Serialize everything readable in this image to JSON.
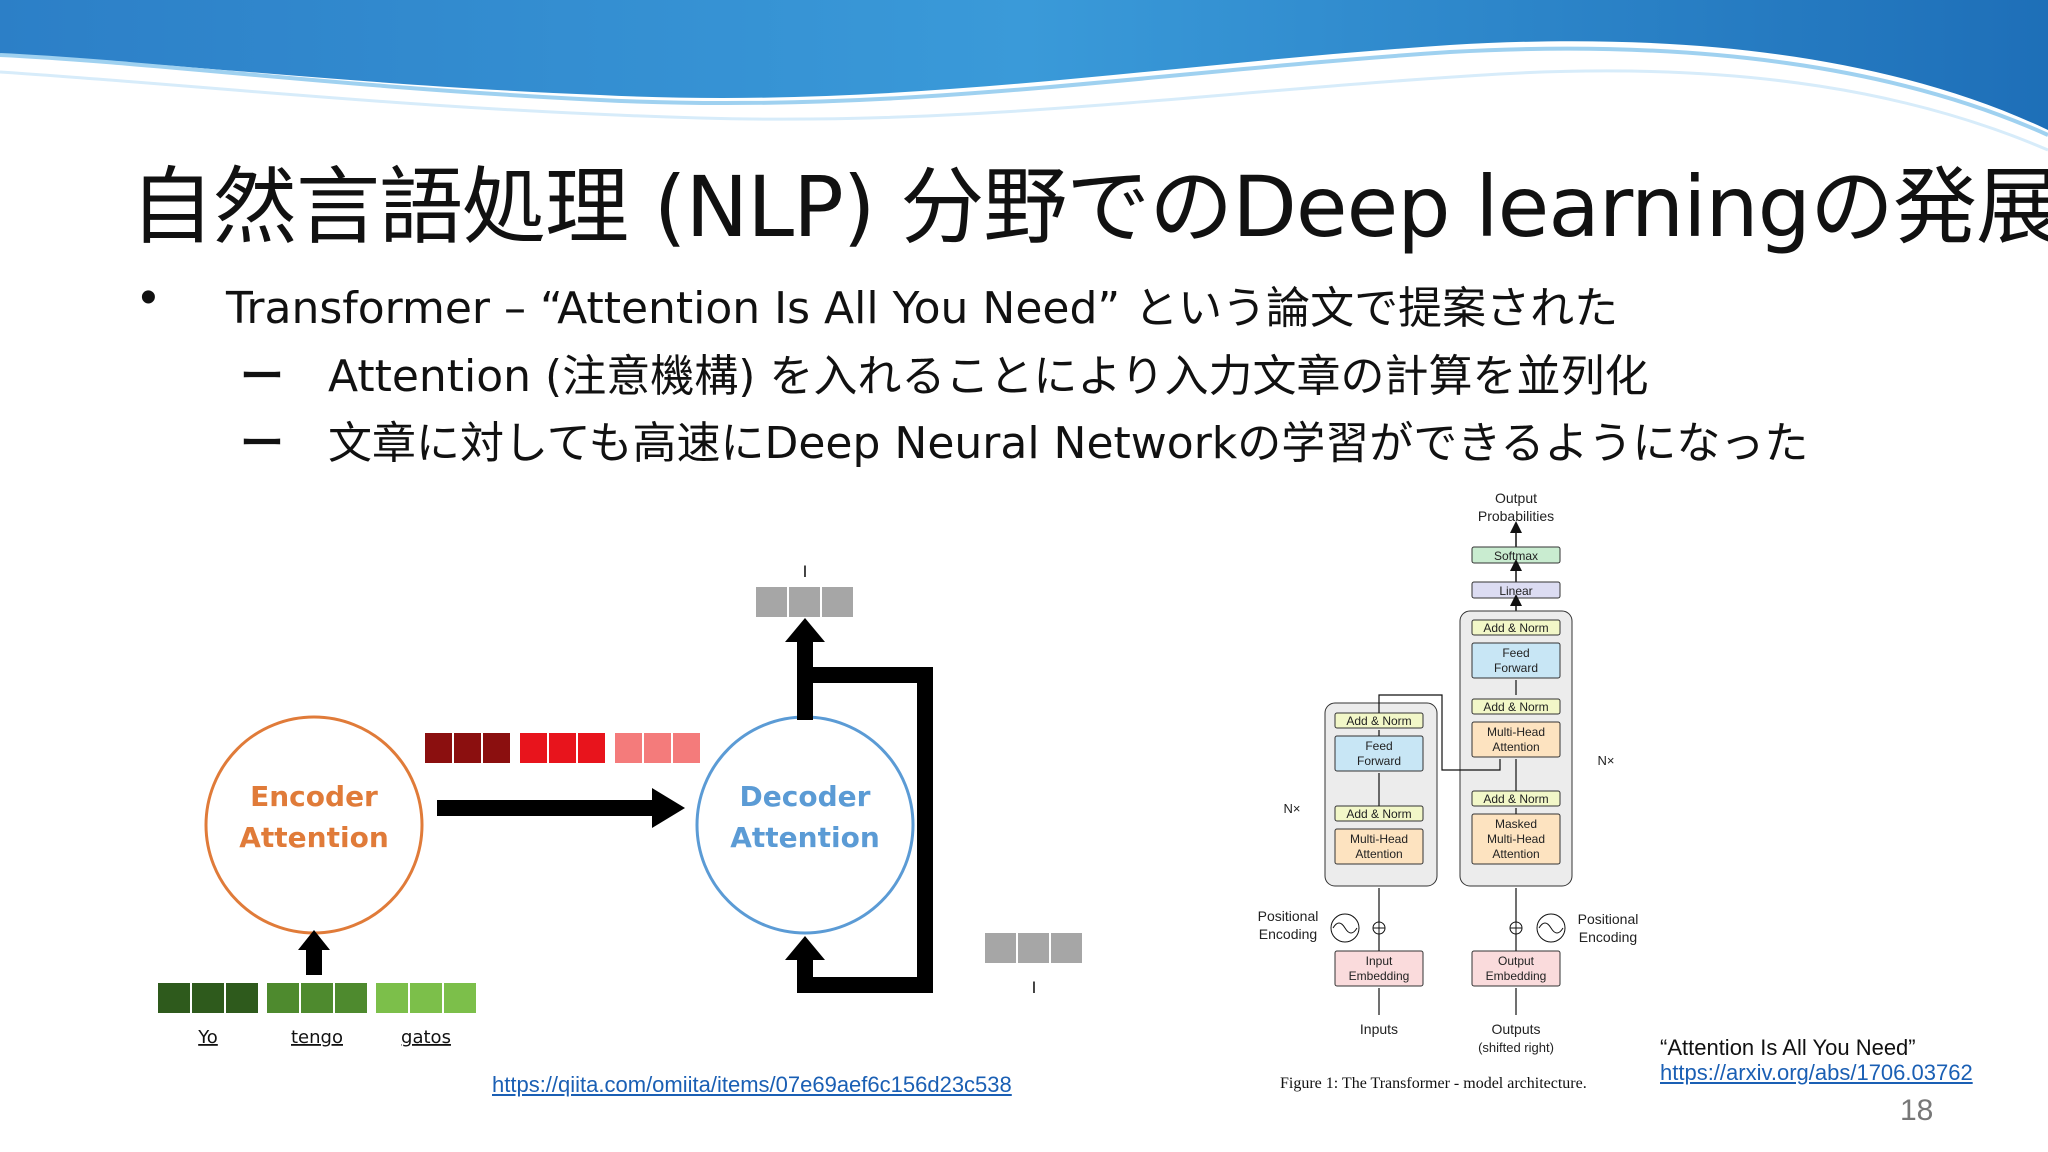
{
  "slide": {
    "title": "自然言語処理 (NLP) 分野でのDeep learningの発展",
    "bullet_main": "Transformer – “Attention Is All You Need” という論文で提案された",
    "sub_bullets": [
      "Attention (注意機構) を入れることにより入力文章の計算を並列化",
      "文章に対しても高速にDeep Neural Networkの学習ができるようになった"
    ],
    "bullet_symbol": "•",
    "dash_symbol": "ー",
    "page_number": "18"
  },
  "left_figure": {
    "encoder_line1": "Encoder",
    "encoder_line2": "Attention",
    "decoder_line1": "Decoder",
    "decoder_line2": "Attention",
    "inputs": [
      "Yo",
      "tengo",
      "gatos"
    ],
    "output_top_label": "I",
    "output_right_label": "I",
    "source_link": "https://qiita.com/omiita/items/07e69aef6c156d23c538",
    "colors": {
      "encoder": "#e07b39",
      "decoder": "#5b9bd5",
      "dark_red": "#8b0f0f",
      "red": "#e8141c",
      "light_red": "#f47b7b",
      "dark_green": "#2e5a1c",
      "green": "#4e8a2e",
      "light_green": "#7cbf4a",
      "gray": "#a6a6a6"
    }
  },
  "right_figure": {
    "output_probs_line1": "Output",
    "output_probs_line2": "Probabilities",
    "softmax": "Softmax",
    "linear": "Linear",
    "add_norm": "Add & Norm",
    "feed_forward_line1": "Feed",
    "feed_forward_line2": "Forward",
    "mha_line1": "Multi-Head",
    "mha_line2": "Attention",
    "masked_line1": "Masked",
    "nx": "N×",
    "pos_enc_line1": "Positional",
    "pos_enc_line2": "Encoding",
    "input_emb_line1": "Input",
    "input_emb_line2": "Embedding",
    "output_emb_line1": "Output",
    "output_emb_line2": "Embedding",
    "inputs_label": "Inputs",
    "outputs_line1": "Outputs",
    "outputs_line2": "(shifted right)",
    "caption": "Figure 1: The Transformer - model architecture.",
    "colors": {
      "add_norm": "#f2f7c8",
      "feed_forward": "#c8e6f5",
      "attention": "#fde3c0",
      "embedding": "#fadbdc",
      "softmax": "#c9ecd0",
      "linear": "#dcdcf2",
      "block_bg": "#ececec"
    }
  },
  "reference": {
    "paper_title": "“Attention Is All You Need”",
    "paper_link": "https://arxiv.org/abs/1706.03762"
  }
}
